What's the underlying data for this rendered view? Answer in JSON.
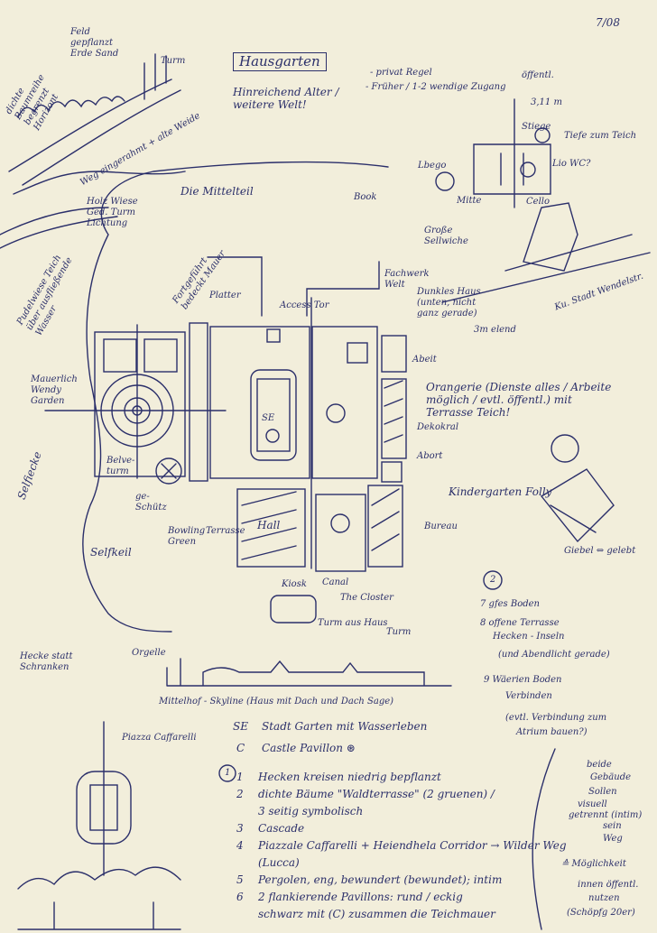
{
  "page_number": "7/08",
  "ink_color": "#2b2f6a",
  "paper_color": "#f2eedb",
  "header": {
    "title": "Hausgarten",
    "subtitle": "Hinreichend Alter / weitere Welt!",
    "note_1": "- privat Regel",
    "note_2": "- Früher / 1-2 wendige Zugang",
    "note_2_above": "öffentl."
  },
  "top_right": {
    "measure": "3,11 m",
    "stairs": "Stiege",
    "pond": "Tiefe zum Teich",
    "wc": "Lio WC?",
    "loggia": "Lbego",
    "middle": "Mitte",
    "cello": "Cello",
    "street": "Ku. Stadt Wendelstr."
  },
  "left_notes": {
    "trees": "dichte Baumreihe begrenzt Horizont",
    "field": "Feld gepflanzt Erde Sand",
    "tower": "Turm",
    "path": "Weg eingerahmt + alte Weide",
    "wood": "Holz Wiese Ged. Turm Lichtung",
    "meadow": "Pudelwiese Teich über ausfließende Wasser",
    "maze": "Mauerlich Wendy Garden",
    "corner": "Selfiecke",
    "wedge": "Selfkeil",
    "hedge": "Hecke statt Schranken",
    "belvedere": "Belve-turm",
    "ge": "ge-Schütz",
    "orangerie_small": "Orgelle"
  },
  "plan_labels": {
    "middle_part": "Die Mittelteil",
    "book": "Book",
    "path_top": "Fortgeführt bedeckt Mauer",
    "platter": "Platter",
    "access": "Access Tor",
    "big_willow": "Große Sellwiche",
    "fachwerk": "Fachwerk Welt",
    "dark_house": "Dunkles Haus (unten, nicht ganz gerade)",
    "three_m": "3m elend",
    "work": "Abeit",
    "orangerie": "Orangerie (Dienste alles / Arbeite möglich / evtl. öffentl.) mit Terrasse Teich!",
    "decor": "Dekokral",
    "abort": "Abort",
    "folly": "Kindergarten Folly",
    "bureau": "Bureau",
    "bowling": "Bowling Green",
    "terrace": "Terrasse",
    "hall": "Hall",
    "kiosk": "Kiosk",
    "canal": "Canal",
    "closter": "The Closter",
    "tower_house": "Turm aus Haus",
    "turm": "Turm",
    "se": "SE",
    "gable": "Giebel ⇔ gelebt",
    "skyline": "Mittelhof - Skyline (Haus mit Dach und Dach Sage)"
  },
  "legend": {
    "se": {
      "key": "SE",
      "text": "Stadt Garten mit Wasserleben"
    },
    "c": {
      "key": "C",
      "text": "Castle Pavillon ⊛"
    },
    "circled": "1",
    "items": [
      {
        "num": "1",
        "text": "Hecken kreisen niedrig bepflanzt"
      },
      {
        "num": "2",
        "text": "dichte Bäume \"Waldterrasse\" (2 gruenen) /"
      },
      {
        "num": "",
        "text": "3 seitig symbolisch"
      },
      {
        "num": "3",
        "text": "Cascade"
      },
      {
        "num": "4",
        "text": "Piazzale Caffarelli + Heiendhela Corridor → Wilder Weg"
      },
      {
        "num": "",
        "text": "(Lucca)"
      },
      {
        "num": "5",
        "text": "Pergolen, eng, bewundert (bewundet); intim"
      },
      {
        "num": "6",
        "text": "2 flankierende Pavillons: rund / eckig"
      },
      {
        "num": "",
        "text": "schwarz mit (C) zusammen die Teichmauer"
      }
    ]
  },
  "right_notes": {
    "circled_2": "2",
    "item_7": "7  gfes Boden",
    "item_8a": "8  offene Terrasse",
    "item_8b": "Hecken - Inseln",
    "item_8c": "(und Abendlicht gerade)",
    "item_9a": "9  Wäerien Boden",
    "item_9b": "Verbinden",
    "item_9c": "(evtl. Verbindung zum",
    "item_9d": "Atrium bauen?)",
    "both_1": "beide",
    "both_2": "Gebäude",
    "both_3": "Sollen",
    "both_4": "visuell",
    "both_5": "getrennt (intim)",
    "both_6": "sein",
    "both_7": "Weg",
    "possible": "≙ Möglichkeit",
    "inner_1": "innen öffentl.",
    "inner_2": "nutzen",
    "inner_3": "(Schöpfg 20er)"
  },
  "bottom_left": {
    "piazza": "Piazza Caffarelli"
  }
}
